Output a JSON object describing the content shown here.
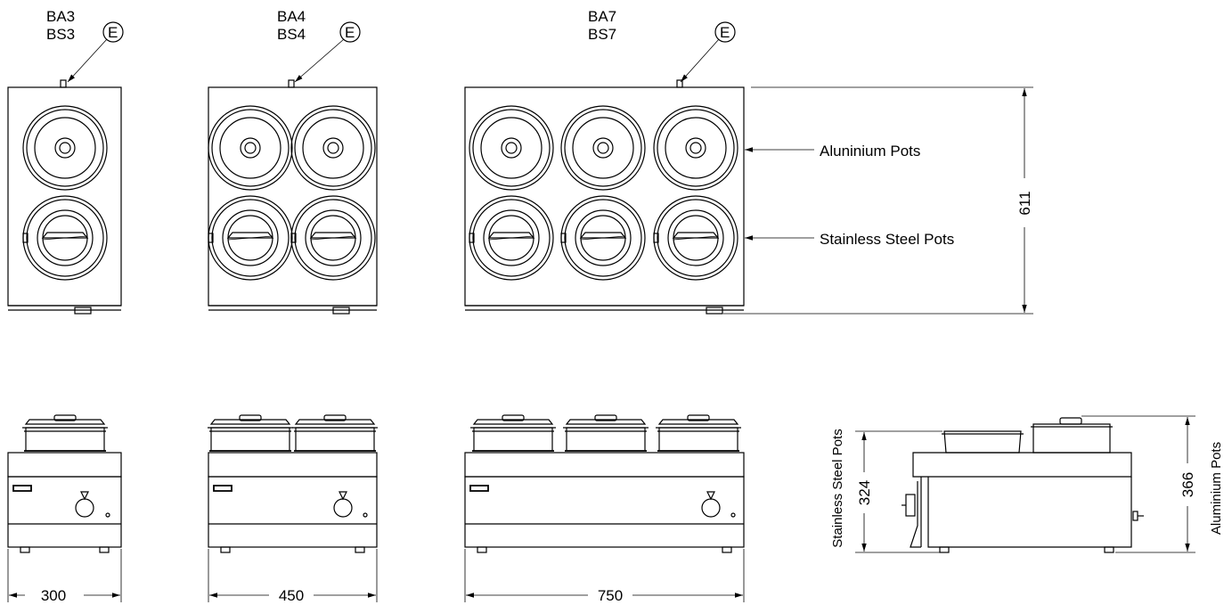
{
  "models": [
    {
      "codes": [
        "BA3",
        "BS3"
      ],
      "marker": "E",
      "width_label": "300"
    },
    {
      "codes": [
        "BA4",
        "BS4"
      ],
      "marker": "E",
      "width_label": "450"
    },
    {
      "codes": [
        "BA7",
        "BS7"
      ],
      "marker": "E",
      "width_label": "750"
    }
  ],
  "callouts": {
    "aluminium_pots": "Aluninium Pots",
    "stainless_steel_pots": "Stainless Steel Pots"
  },
  "dimensions": {
    "depth": "611",
    "height_stainless": "324",
    "height_aluminium": "366"
  },
  "side_view_labels": {
    "left": "Stainless Steel Pots",
    "right": "Aluminium Pots"
  }
}
